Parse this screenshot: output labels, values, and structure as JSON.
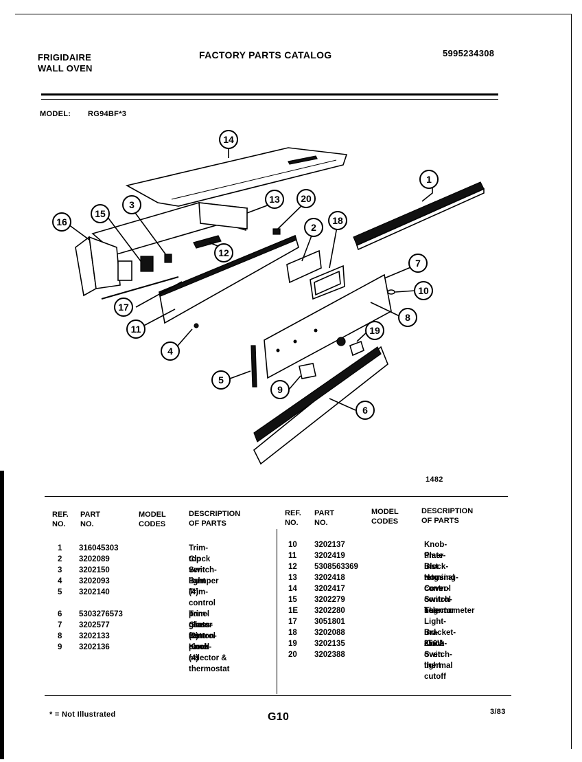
{
  "header": {
    "brand": "FRIGIDAIRE",
    "product": "WALL OVEN",
    "title": "FACTORY PARTS CATALOG",
    "catalog_no": "5995234308",
    "model_label": "MODEL:",
    "model_value": "RG94BF*3"
  },
  "diagram": {
    "figure_no": "1482",
    "callouts": [
      "1",
      "2",
      "3",
      "4",
      "5",
      "6",
      "7",
      "8",
      "9",
      "10",
      "11",
      "12",
      "13",
      "14",
      "15",
      "16",
      "17",
      "18",
      "19",
      "20"
    ]
  },
  "table": {
    "headers": {
      "ref": "REF.\nNO.",
      "part": "PART\nNO.",
      "model": "MODEL\nCODES",
      "desc": "DESCRIPTION\nOF PARTS"
    },
    "left": [
      {
        "ref": "1",
        "part": "316045303",
        "desc": "Trim-top vent"
      },
      {
        "ref": "2",
        "part": "3202089",
        "desc": "Clock"
      },
      {
        "ref": "3",
        "part": "3202150",
        "desc": "Switch-light"
      },
      {
        "ref": "4",
        "part": "3202093",
        "desc": "Bumper (4)"
      },
      {
        "ref": "5",
        "part": "3202140",
        "desc": "Trim-control panel\nglass (2)"
      },
      {
        "ref": "6",
        "part": "5303276573",
        "desc": "Trim-center vent"
      },
      {
        "ref": "7",
        "part": "3202577",
        "desc": "Glass-control panel"
      },
      {
        "ref": "8",
        "part": "3202133",
        "desc": "Button-clock (4)"
      },
      {
        "ref": "9",
        "part": "3202136",
        "desc": "Knob-selector &\nthermostat"
      }
    ],
    "right": [
      {
        "ref": "10",
        "part": "3202137",
        "desc": "Knob-timer"
      },
      {
        "ref": "11",
        "part": "3202419",
        "desc": "Plate-inst mtg"
      },
      {
        "ref": "12",
        "part": "5308563369",
        "desc": "Block-terminal"
      },
      {
        "ref": "13",
        "part": "3202418",
        "desc": "Housing-control"
      },
      {
        "ref": "14",
        "part": "3202417",
        "desc": "Cover-control hsg"
      },
      {
        "ref": "15",
        "part": "3202279",
        "desc": "Switch-selector"
      },
      {
        "ref": "1E",
        "part": "3202280",
        "desc": "Thermometer"
      },
      {
        "ref": "17",
        "part": "3051801",
        "desc": "Light-Ind-250V"
      },
      {
        "ref": "18",
        "part": "3202088",
        "desc": "Bracket-clock"
      },
      {
        "ref": "19",
        "part": "3202135",
        "desc": "Knob-oven light"
      },
      {
        "ref": "20",
        "part": "3202388",
        "desc": "Switch-thermal cutoff"
      }
    ]
  },
  "footer": {
    "note": "* = Not Illustrated",
    "page": "G10",
    "date": "3/83"
  }
}
